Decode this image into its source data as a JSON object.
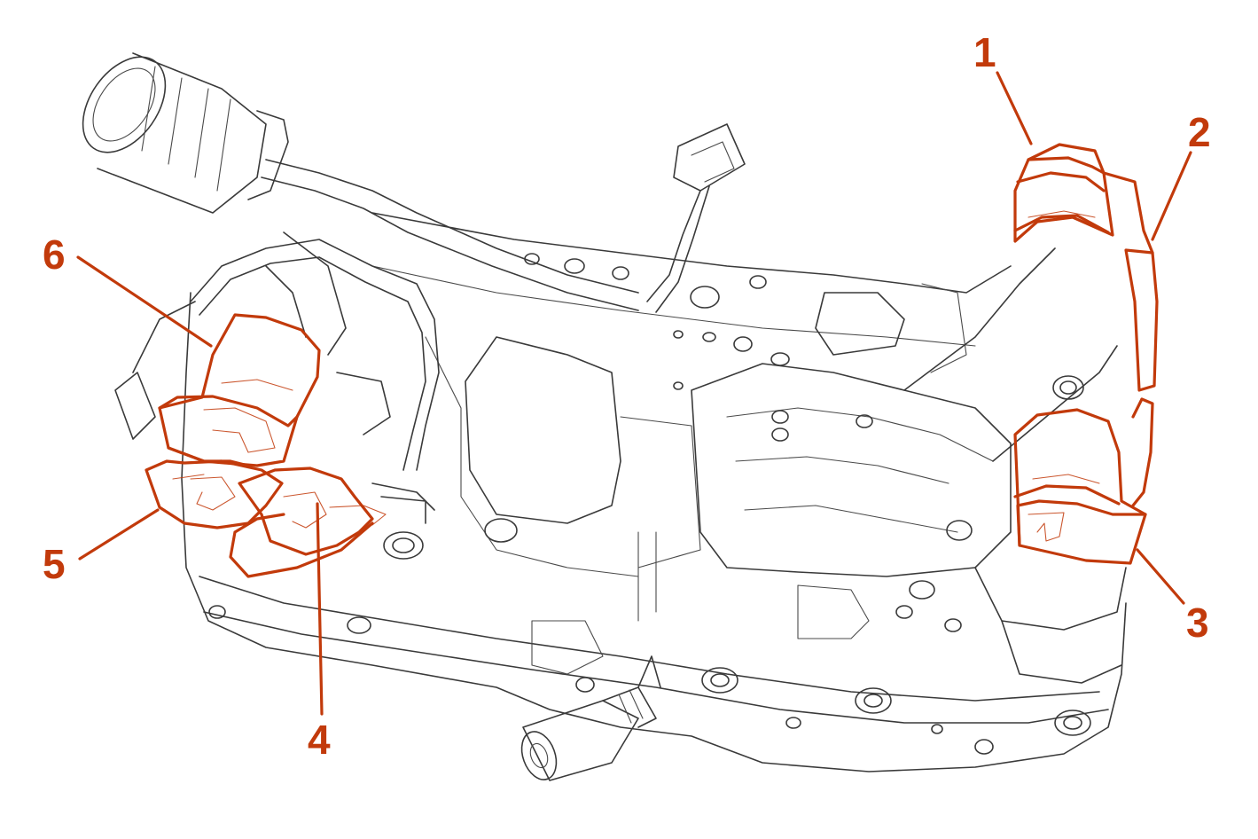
{
  "colors": {
    "accent": "#c23a0b",
    "line": "#3a3a3a",
    "background": "#ffffff"
  },
  "diagram": {
    "callouts": [
      {
        "id": "1",
        "label": "1"
      },
      {
        "id": "2",
        "label": "2"
      },
      {
        "id": "3",
        "label": "3"
      },
      {
        "id": "4",
        "label": "4"
      },
      {
        "id": "5",
        "label": "5"
      },
      {
        "id": "6",
        "label": "6"
      }
    ]
  }
}
